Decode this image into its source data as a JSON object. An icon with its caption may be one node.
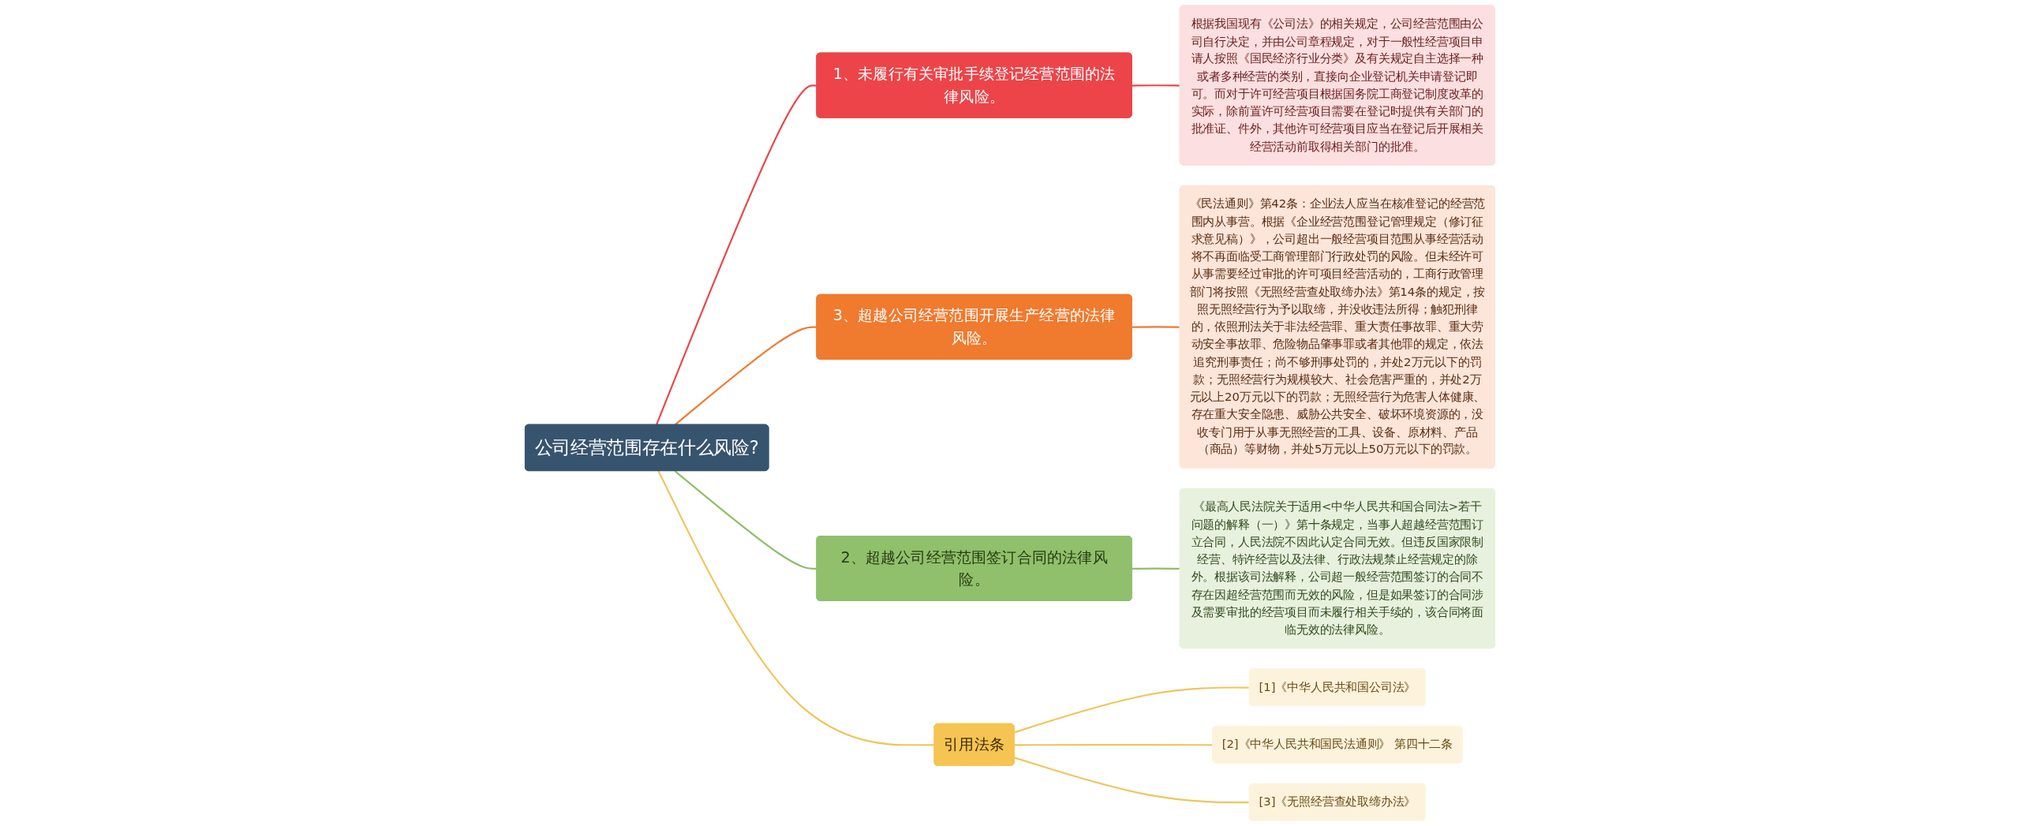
{
  "diagram": {
    "nodes": [
      {
        "text": [
          "公司经营范围存在什么风险?"
        ]
      },
      {
        "text": [
          "1、未履行有关审批手续登记经营范围的法律风险。"
        ]
      },
      {
        "text": [
          "根据我国现有《公司法》的相关规定，公司经营范围由公司自行决定，并由公司章程规定，对于一般性经营项目申请人按照《国民经济行业分类》及有关规定自主选择一种或者多种经营的类别，直接向企业登记机关申请登记即可。而对于许可经营项目根据国务院工商登记制度改革的实际，除前置许可经营项目需要在登记时提供有关部门的批准证、件外，其他许可经营项目应当在登记后开展相关经营活动前取得相关部门的批准。"
        ]
      },
      {
        "text": [
          "3、超越公司经营范围开展生产经营的法律风险。"
        ]
      },
      {
        "text": [
          "《民法通则》第42条：企业法人应当在核准登记的经营范围内从事营。根据《企业经营范围登记管理规定（修订征求意见稿）》，公司超出一般经营项目范围从事经营活动将不再面临受工商管理部门行政处罚的风险。但未经许可从事需要经过审批的许可项目经营活动的，工商行政管理部门将按照《无照经营查处取缔办法》第14条的规定，按照无照经营行为予以取缔，并没收违法所得；触犯刑律的，依照刑法关于非法经营罪、重大责任事故罪、重大劳动安全事故罪、危险物品肇事罪或者其他罪的规定，依法追究刑事责任；尚不够刑事处罚的，并处2万元以下的罚款；无照经营行为规模较大、社会危害严重的，并处2万元以上20万元以下的罚款；无照经营行为危害人体健康、存在重大安全隐患、威胁公共安全、破坏环境资源的，没收专门用于从事无照经营的工具、设备、原材料、产品（商品）等财物，并处5万元以上50万元以下的罚款。"
        ]
      },
      {
        "text": [
          "2、超越公司经营范围签订合同的法律风险。"
        ]
      },
      {
        "text": [
          "《最高人民法院关于适用<中华人民共和国合同法>若干问题的解释（一）》第十条规定，当事人超越经营范围订立合同，人民法院不因此认定合同无效。但违反国家限制经营、特许经营以及法律、行政法规禁止经营规定的除外。根据该司法解释，公司超一般经营范围签订的合同不存在因超经营范围而无效的风险，但是如果签订的合同涉及需要审批的经营项目而未履行相关手续的，该合同将面临无效的法律风险。"
        ]
      },
      {
        "text": [
          "引用法条"
        ]
      },
      {
        "text": [
          "[1]《中华人民共和国公司法》"
        ]
      },
      {
        "text": [
          "[2]《中华人民共和国民法通则》 第四十二条"
        ]
      },
      {
        "text": [
          "[3]《无照经营查处取缔办法》"
        ]
      }
    ],
    "edges": [
      {
        "from": 0,
        "to": 1,
        "arrow": "none",
        "color": "#e8474b"
      },
      {
        "from": 1,
        "to": 2,
        "arrow": "none",
        "color": "#e8474b"
      },
      {
        "from": 0,
        "to": 3,
        "arrow": "none",
        "color": "#ee7a33"
      },
      {
        "from": 3,
        "to": 4,
        "arrow": "none",
        "color": "#ee7a33"
      },
      {
        "from": 0,
        "to": 5,
        "arrow": "none",
        "color": "#8fbe6a"
      },
      {
        "from": 5,
        "to": 6,
        "arrow": "none",
        "color": "#8fbe6a"
      },
      {
        "from": 0,
        "to": 7,
        "arrow": "none",
        "color": "#efc55a"
      },
      {
        "from": 7,
        "to": 8,
        "arrow": "none",
        "color": "#efc55a"
      },
      {
        "from": 7,
        "to": 9,
        "arrow": "none",
        "color": "#efc55a"
      },
      {
        "from": 7,
        "to": 10,
        "arrow": "none",
        "color": "#efc55a"
      }
    ]
  }
}
